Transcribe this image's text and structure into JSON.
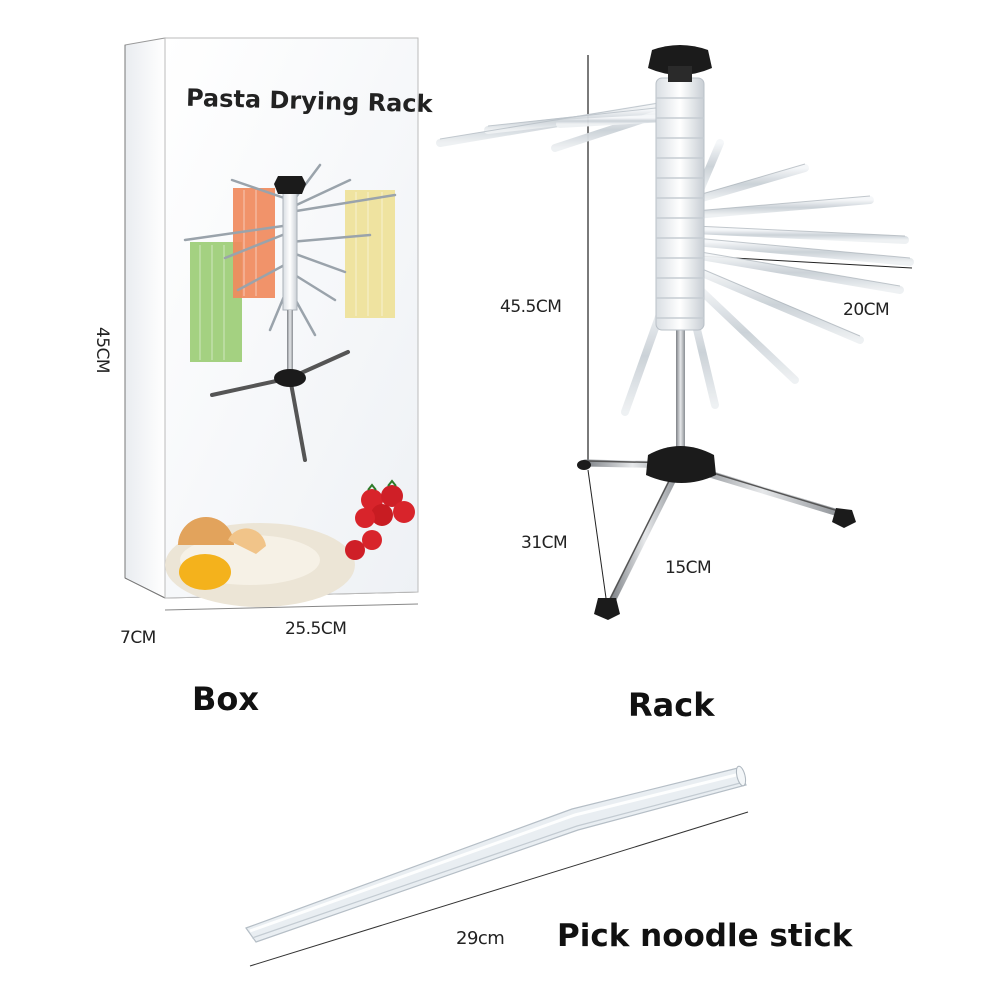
{
  "box": {
    "product_title": "Pasta Drying Rack",
    "height_label": "45CM",
    "width_label": "25.5CM",
    "depth_label": "7CM",
    "section_label": "Box"
  },
  "rack": {
    "height_label": "45.5CM",
    "arm_label": "20CM",
    "leg_span_label": "31CM",
    "leg_label": "15CM",
    "section_label": "Rack"
  },
  "stick": {
    "length_label": "29cm",
    "section_label": "Pick noodle stick"
  },
  "colors": {
    "box_face": "#f4f6f9",
    "pasta_green": "#9fcf7a",
    "pasta_orange": "#f08a5d",
    "pasta_yellow": "#efe3a0",
    "tomato_red": "#d8242b",
    "knob_black": "#1b1b1b"
  }
}
